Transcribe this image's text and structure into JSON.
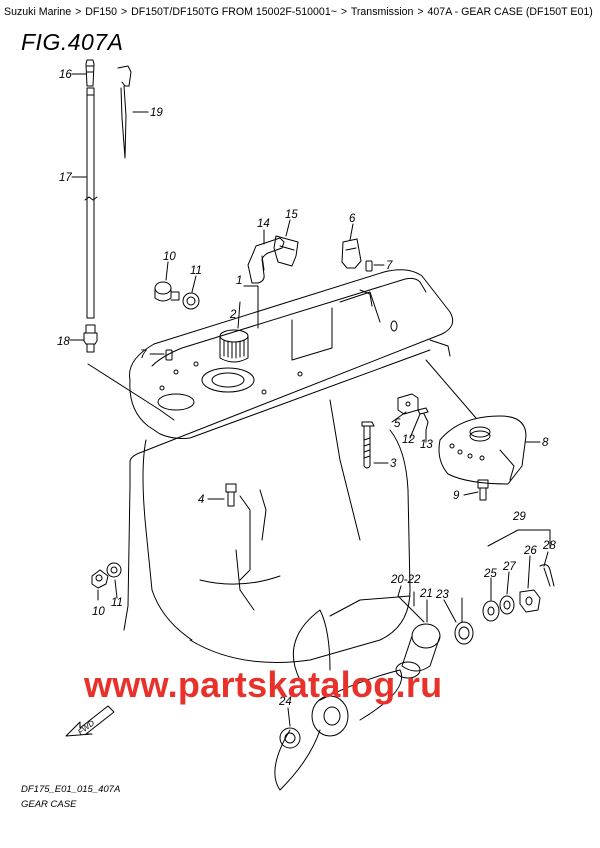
{
  "breadcrumb": {
    "items": [
      "Suzuki Marine",
      "DF150",
      "DF150T/DF150TG FROM 15002F-510001~",
      "Transmission",
      "407A - GEAR CASE (DF150T E01)"
    ],
    "separator": ">",
    "trailing": ">"
  },
  "figure": {
    "title": "FIG.407A",
    "code": "DF175_E01_015_407A",
    "caption": "GEAR CASE"
  },
  "callouts": {
    "c1": "1",
    "c2": "2",
    "c3": "3",
    "c4": "4",
    "c5": "5",
    "c6": "6",
    "c7a": "7",
    "c7b": "7",
    "c8": "8",
    "c9": "9",
    "c10a": "10",
    "c10b": "10",
    "c11a": "11",
    "c11b": "11",
    "c12": "12",
    "c13": "13",
    "c14": "14",
    "c15": "15",
    "c16": "16",
    "c17": "17",
    "c18": "18",
    "c19": "19",
    "c2022": "20-22",
    "c21": "21",
    "c23": "23",
    "c24": "24",
    "c25": "25",
    "c26": "26",
    "c27": "27",
    "c28": "28",
    "c29": "29"
  },
  "fwd_label": "FWD",
  "watermark": "www.partskatalog.ru",
  "colors": {
    "watermark": "#e8312a",
    "line": "#000000"
  }
}
